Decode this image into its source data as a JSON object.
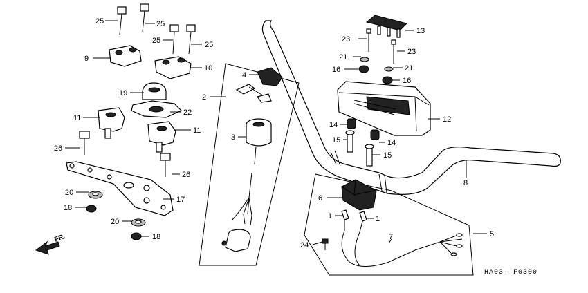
{
  "diagram_code": "HA03— F0300",
  "direction_label": "FR.",
  "callouts": {
    "c1": "1",
    "c2": "2",
    "c3": "3",
    "c4": "4",
    "c5": "5",
    "c6": "6",
    "c7": "7",
    "c8": "8",
    "c9": "9",
    "c10": "10",
    "c11": "11",
    "c12": "12",
    "c13": "13",
    "c14": "14",
    "c15": "15",
    "c16": "16",
    "c17": "17",
    "c18": "18",
    "c19": "19",
    "c20": "20",
    "c21": "21",
    "c22": "22",
    "c23": "23",
    "c24": "24",
    "c25": "25",
    "c26": "26"
  }
}
